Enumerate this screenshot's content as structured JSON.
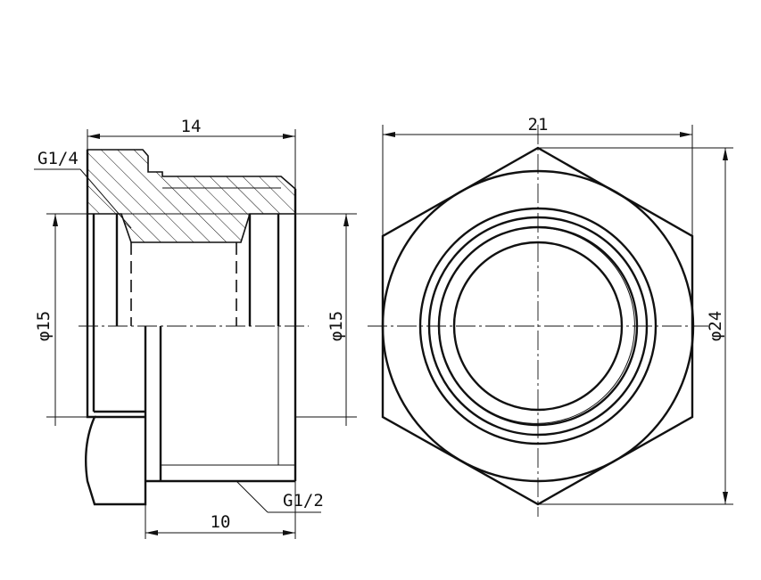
{
  "dimensions": {
    "side_length_top": "14",
    "side_length_bottom": "10",
    "side_diameter_left": "φ15",
    "side_diameter_right": "φ15",
    "front_width": "21",
    "front_diameter": "φ24"
  },
  "threads": {
    "inner": "G1/4",
    "outer": "G1/2"
  }
}
